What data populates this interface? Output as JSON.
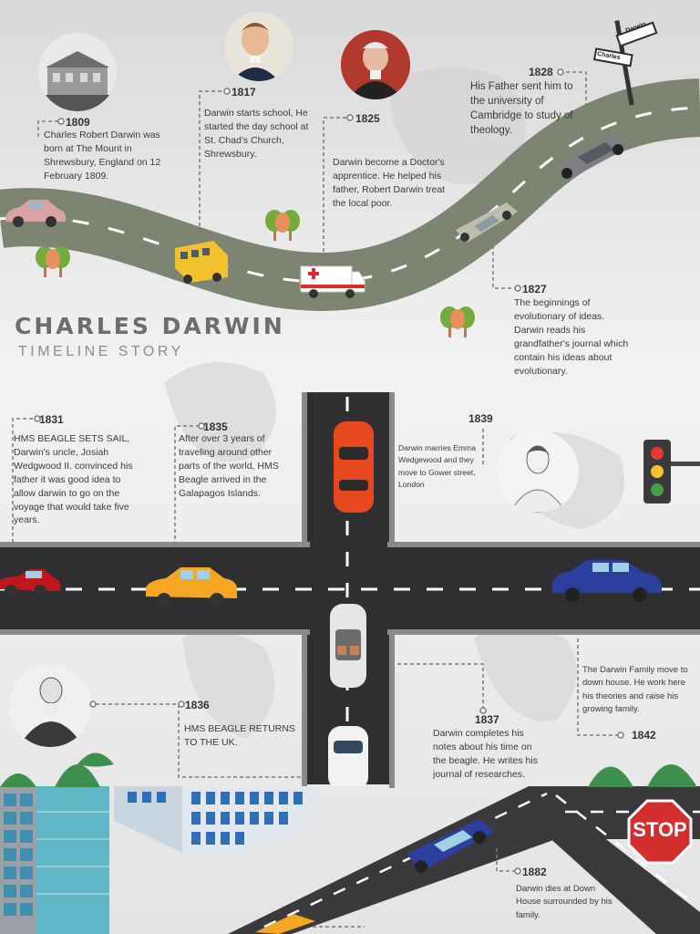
{
  "title": "CHARLES DARWIN",
  "subtitle": "TIMELINE STORY",
  "events": [
    {
      "year": "1809",
      "text": "Charles Robert Darwin was born at The Mount in Shrewsbury, England on 12 February 1809."
    },
    {
      "year": "1817",
      "text": "Darwin starts school, He started the day school at St. Chad's Church, Shrewsbury."
    },
    {
      "year": "1825",
      "text": "Darwin become a Doctor's apprentice. He helped his father, Robert Darwin treat the local poor."
    },
    {
      "year": "1828",
      "text": "His Father sent him to the university of Cambridge to study of theology."
    },
    {
      "year": "1827",
      "text": "The beginnings of evolutionary of ideas. Darwin reads his grandfather's journal which contain his ideas about evolutionary."
    },
    {
      "year": "1831",
      "text": "HMS BEAGLE SETS SAIL, Darwin's uncle, Josiah Wedgwood II. convinced his father it was good idea to allow darwin to go on the voyage that would take five years."
    },
    {
      "year": "1835",
      "text": "After over 3 years of traveling around other parts of the world, HMS Beagle arrived in the Galapagos Islands."
    },
    {
      "year": "1839",
      "text": "Darwin marries Emma Wedgewood and they move to Gower street, London"
    },
    {
      "year": "1836",
      "text": "HMS BEAGLE RETURNS TO THE UK."
    },
    {
      "year": "1837",
      "text": "Darwin completes his notes about his time on the beagle. He writes his journal of researches."
    },
    {
      "year": "1842",
      "text": "The Darwin Family move to down house. He work here his theories and raise his growing family."
    },
    {
      "year": "1882",
      "text": "Darwin dies at Down House surrounded by his family."
    }
  ],
  "signpost": {
    "top": "Darwin",
    "bottom": "Charles"
  },
  "stop_sign": "STOP",
  "colors": {
    "road": "#7d8471",
    "asphalt": "#2f2f31",
    "text": "#3a3a3a",
    "title": "#6d6d6d"
  }
}
